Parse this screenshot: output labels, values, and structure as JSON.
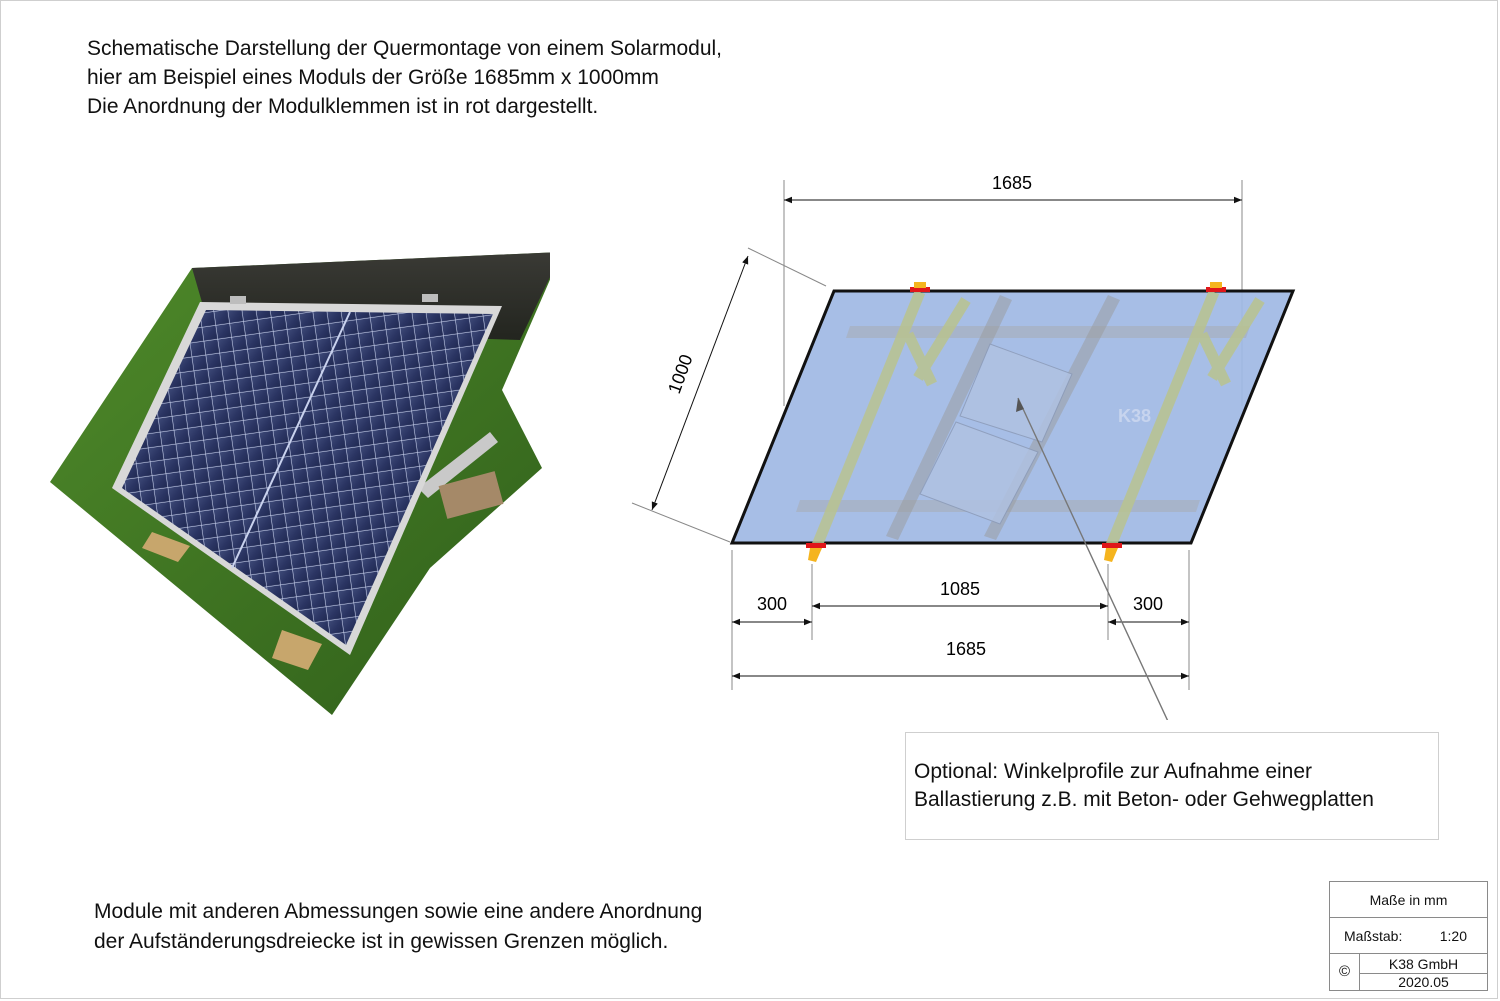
{
  "header": {
    "line1": "Schematische Darstellung der Quermontage von einem Solarmodul,",
    "line2": "hier am Beispiel eines Moduls der Größe 1685mm x 1000mm",
    "line3": "Die Anordnung der Modulklemmen ist in rot dargestellt."
  },
  "diagram": {
    "dim_top": "1685",
    "dim_side": "1000",
    "dim_left": "300",
    "dim_middle": "1085",
    "dim_right": "300",
    "dim_bottom": "1685",
    "watermark": "K38",
    "colors": {
      "panel_fill": "#9fb8e4",
      "clamp_red": "#e0161a",
      "clamp_orange": "#f5b41e",
      "frame_olive": "#b9c38f"
    }
  },
  "note": {
    "line1": "Optional: Winkelprofile zur Aufnahme einer",
    "line2": "Ballastierung z.B. mit Beton- oder Gehwegplatten"
  },
  "footer": {
    "line1": "Module mit anderen Abmessungen sowie eine andere Anordnung",
    "line2": "der Aufständerungsdreiecke ist in gewissen Grenzen möglich."
  },
  "title_block": {
    "units": "Maße in mm",
    "scale_label": "Maßstab:",
    "scale_value": "1:20",
    "copyright": "©",
    "company": "K38 GmbH",
    "date": "2020.05"
  }
}
